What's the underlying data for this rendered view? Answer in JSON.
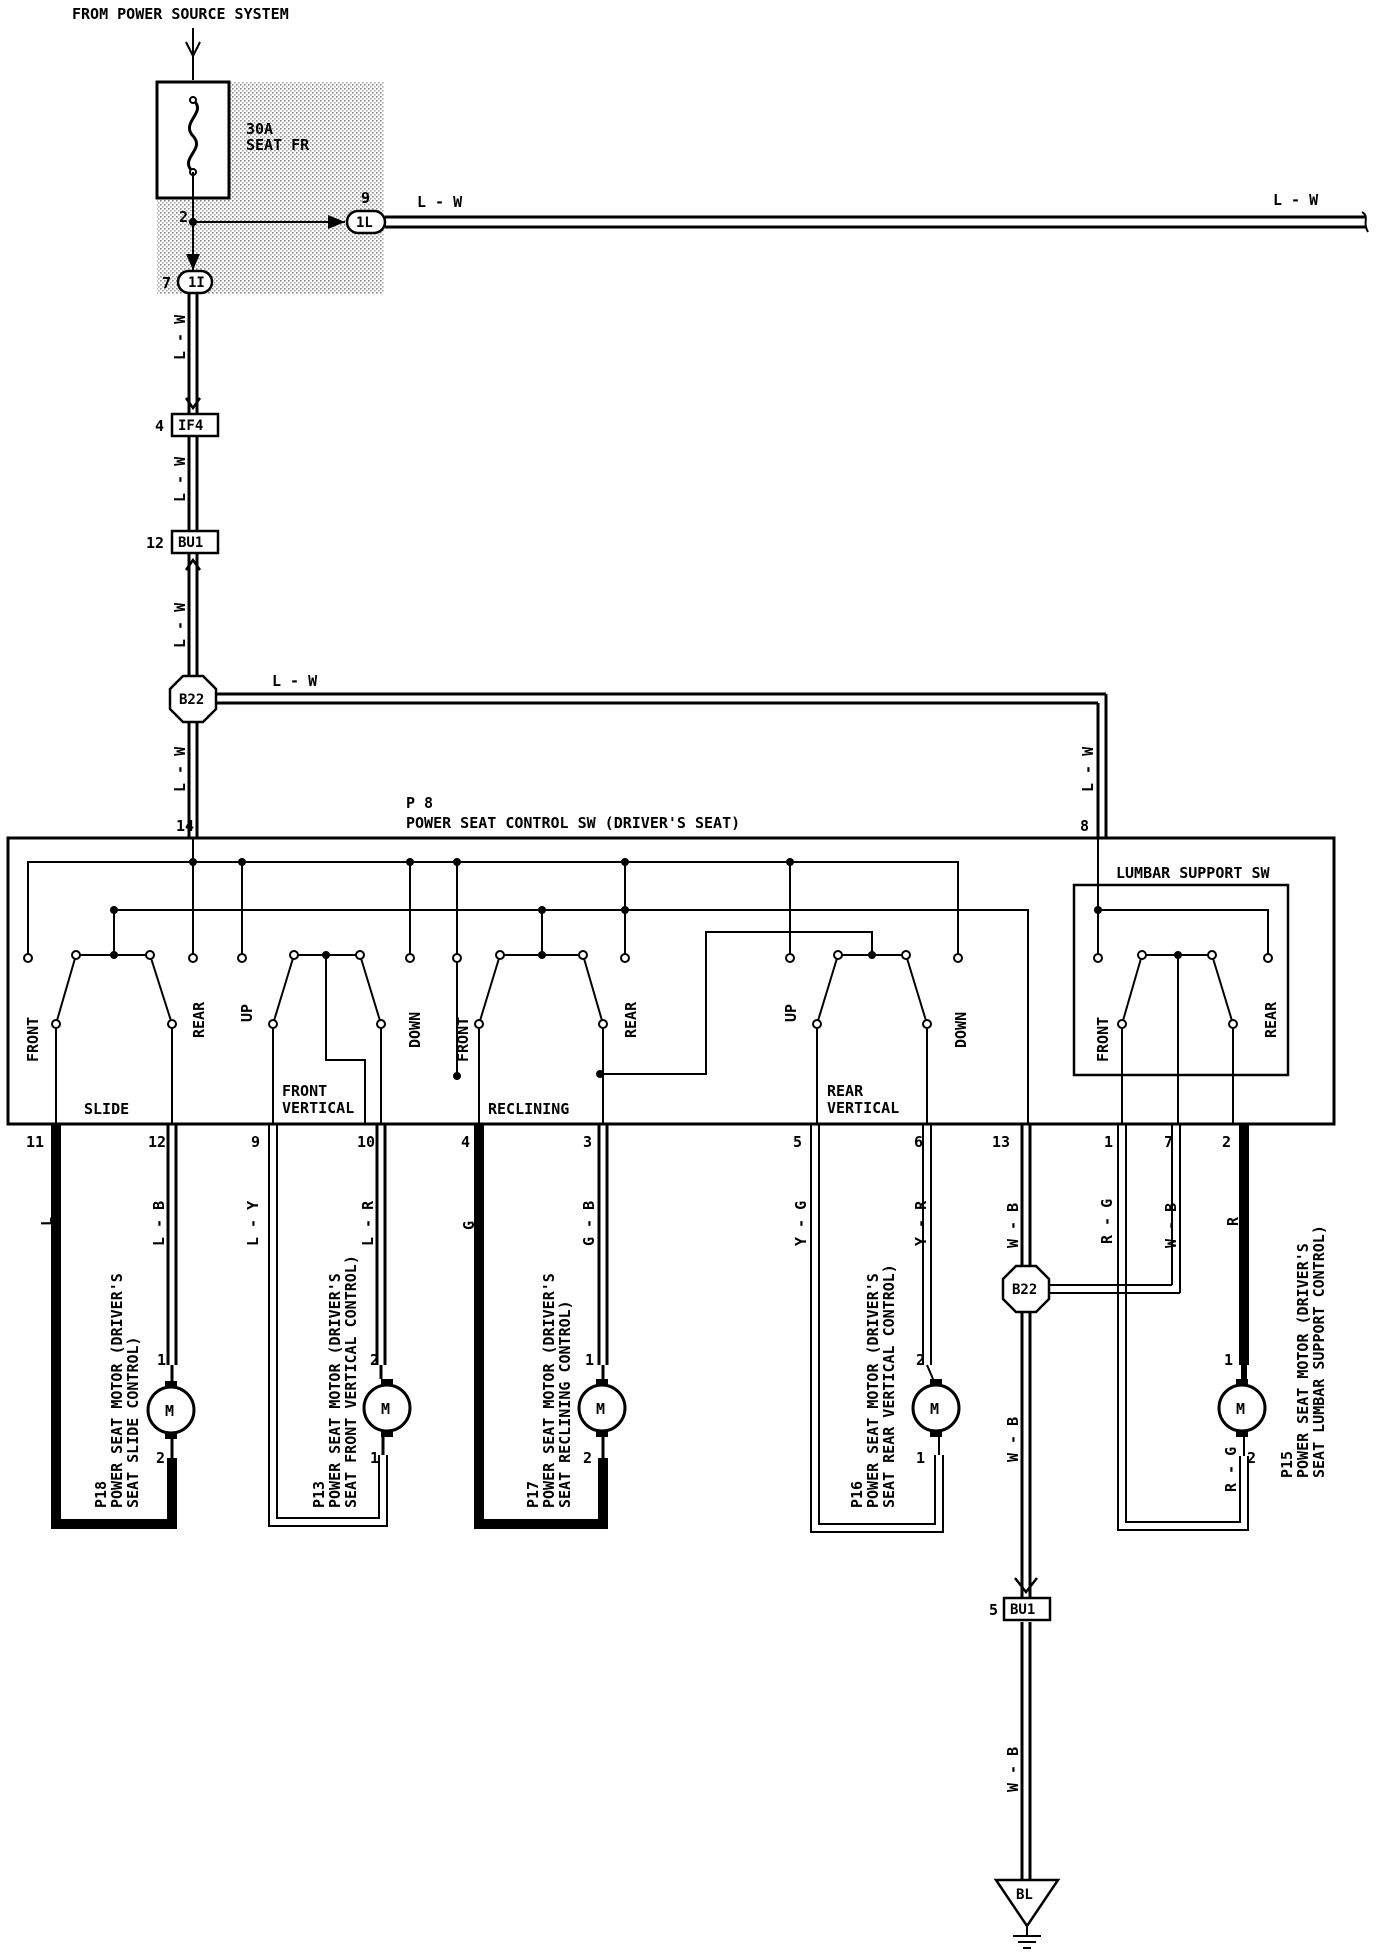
{
  "source_label": "FROM POWER SOURCE SYSTEM",
  "fuse": {
    "rating": "30A",
    "name": "SEAT FR",
    "pin": "2"
  },
  "connectors": {
    "c1L": {
      "label": "1L",
      "pin": "9"
    },
    "c1I": {
      "label": "1I",
      "pin": "7"
    },
    "IF4": {
      "label": "IF4",
      "pin": "4"
    },
    "BU1_top": {
      "label": "BU1",
      "pin": "12"
    },
    "B22_top": {
      "label": "B22"
    },
    "B22_bot": {
      "label": "B22"
    },
    "BU1_bot": {
      "label": "BU1",
      "pin": "5"
    },
    "BL": {
      "label": "BL"
    }
  },
  "wires": {
    "lw": "L - W",
    "wb": "W - B",
    "l": "L",
    "lb": "L - B",
    "ly": "L - Y",
    "lr": "L - R",
    "g": "G",
    "gb": "G - B",
    "yg": "Y - G",
    "yr": "Y - R",
    "rg": "R - G",
    "r": "R",
    "rg2": "R - G"
  },
  "switch": {
    "code": "P 8",
    "title": "POWER SEAT CONTROL SW (DRIVER'S SEAT)",
    "pin_top_left": "14",
    "pin_top_right": "8",
    "lumbar_title": "LUMBAR SUPPORT SW",
    "sections": [
      "SLIDE",
      "FRONT",
      "VERTICAL",
      "RECLINING",
      "REAR",
      "VERTICAL"
    ],
    "pos": {
      "front": "FRONT",
      "rear": "REAR",
      "up": "UP",
      "down": "DOWN"
    },
    "bottom_pins": [
      "11",
      "12",
      "9",
      "10",
      "4",
      "3",
      "5",
      "6",
      "13",
      "1",
      "7",
      "2"
    ]
  },
  "motors": [
    {
      "code": "P18",
      "line1": "POWER SEAT MOTOR (DRIVER'S",
      "line2": "SEAT SLIDE CONTROL)",
      "symbol": "M",
      "pin1": "1",
      "pin2": "2"
    },
    {
      "code": "P13",
      "line1": "POWER SEAT MOTOR (DRIVER'S",
      "line2": "SEAT FRONT VERTICAL CONTROL)",
      "symbol": "M",
      "pin1": "2",
      "pin2": "1"
    },
    {
      "code": "P17",
      "line1": "POWER SEAT MOTOR (DRIVER'S",
      "line2": "SEAT RECLINING CONTROL)",
      "symbol": "M",
      "pin1": "1",
      "pin2": "2"
    },
    {
      "code": "P16",
      "line1": "POWER SEAT MOTOR (DRIVER'S",
      "line2": "SEAT REAR VERTICAL CONTROL)",
      "symbol": "M",
      "pin1": "2",
      "pin2": "1"
    },
    {
      "code": "P15",
      "line1": "POWER SEAT MOTOR (DRIVER'S",
      "line2": "SEAT LUMBAR SUPPORT CONTROL)",
      "symbol": "M",
      "pin1": "1",
      "pin2": "2"
    }
  ]
}
